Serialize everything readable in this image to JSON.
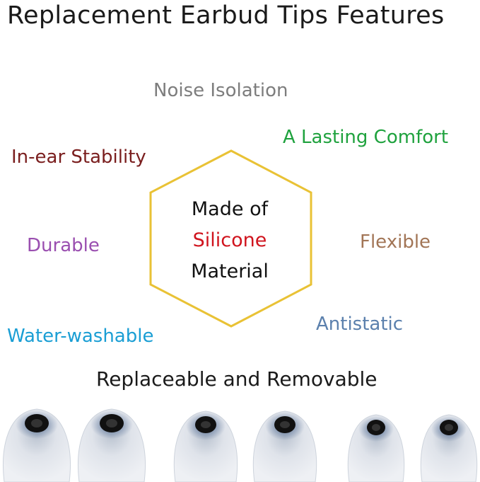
{
  "title": "Replacement Earbud Tips Features",
  "features": {
    "noise": "Noise Isolation",
    "comfort": "A Lasting Comfort",
    "stability": "In-ear Stability",
    "durable": "Durable",
    "flexible": "Flexible",
    "antistatic": "Antistatic",
    "washable": "Water-washable"
  },
  "center": {
    "line1": "Made of",
    "line2": "Silicone",
    "line3": "Material"
  },
  "bottom_caption": "Replaceable and Removable",
  "colors": {
    "hexagon": "#e9c235",
    "silicone": "#d0141e"
  }
}
